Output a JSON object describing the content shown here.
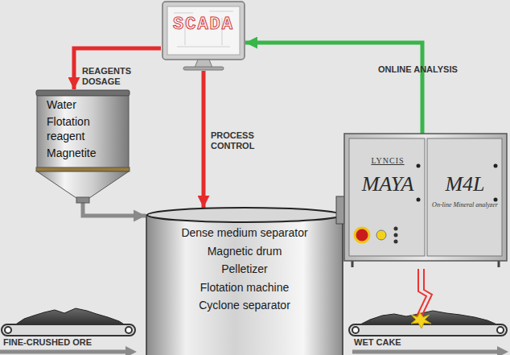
{
  "diagram": {
    "nodes": [
      {
        "text": [
          "SCADA"
        ]
      },
      {
        "text": [
          "Water",
          "Flotation reagent",
          "Magnetite"
        ]
      },
      {
        "text": [
          "Dense medium separator",
          "Magnetic drum",
          "Pelletizer",
          "Flotation machine",
          "Cyclone separator"
        ]
      },
      {
        "text": [
          "LYNCIS",
          "MAYA",
          "M4L",
          "On-line Mineral analyzer"
        ]
      }
    ],
    "edges": [
      {
        "from": 0,
        "to": 1,
        "arrow": "to",
        "label": "REAGENTS DOSAGE"
      },
      {
        "from": 0,
        "to": 2,
        "arrow": "to",
        "label": "PROCESS CONTROL"
      },
      {
        "from": 3,
        "to": 0,
        "arrow": "to",
        "label": "ONLINE ANALYSIS"
      },
      {
        "from": 1,
        "to": 2,
        "arrow": "to"
      }
    ],
    "labels": [
      "FINE-CRUSHED ORE",
      "WET CAKE"
    ]
  }
}
